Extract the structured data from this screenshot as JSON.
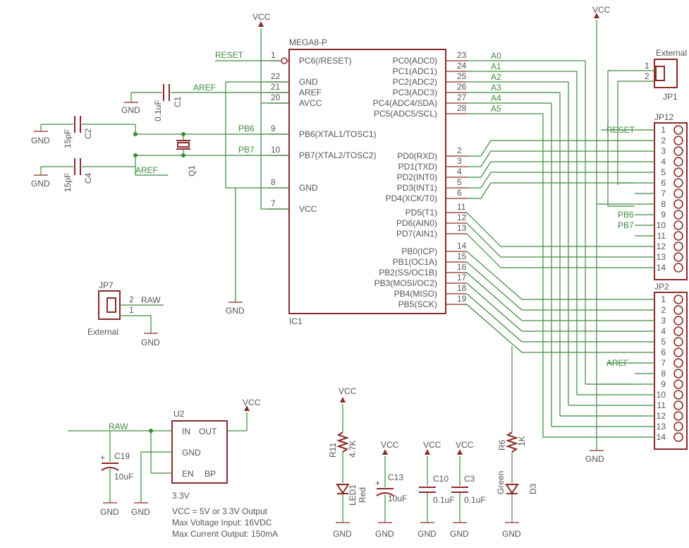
{
  "ic1": {
    "name": "MEGA8-P",
    "ref": "IC1",
    "left_pins": [
      {
        "num": "1",
        "name": "PC6(/RESET)"
      },
      {
        "num": "22",
        "name": "GND"
      },
      {
        "num": "21",
        "name": "AREF"
      },
      {
        "num": "20",
        "name": "AVCC"
      },
      {
        "num": "9",
        "name": "PB6(XTAL1/TOSC1)"
      },
      {
        "num": "10",
        "name": "PB7(XTAL2/TOSC2)"
      },
      {
        "num": "8",
        "name": "GND"
      },
      {
        "num": "7",
        "name": "VCC"
      }
    ],
    "right_pins": [
      {
        "num": "23",
        "name": "PC0(ADC0)",
        "net": "A0"
      },
      {
        "num": "24",
        "name": "PC1(ADC1)",
        "net": "A1"
      },
      {
        "num": "25",
        "name": "PC2(ADC2)",
        "net": "A2"
      },
      {
        "num": "26",
        "name": "PC3(ADC3)",
        "net": "A3"
      },
      {
        "num": "27",
        "name": "PC4(ADC4/SDA)",
        "net": "A4"
      },
      {
        "num": "28",
        "name": "PC5(ADC5/SCL)",
        "net": "A5"
      },
      {
        "num": "2",
        "name": "PD0(RXD)",
        "net": ""
      },
      {
        "num": "3",
        "name": "PD1(TXD)",
        "net": ""
      },
      {
        "num": "4",
        "name": "PD2(INT0)",
        "net": ""
      },
      {
        "num": "5",
        "name": "PD3(INT1)",
        "net": ""
      },
      {
        "num": "6",
        "name": "PD4(XCK/T0)",
        "net": ""
      },
      {
        "num": "11",
        "name": "PD5(T1)",
        "net": ""
      },
      {
        "num": "12",
        "name": "PD6(AIN0)",
        "net": ""
      },
      {
        "num": "13",
        "name": "PD7(AIN1)",
        "net": ""
      },
      {
        "num": "14",
        "name": "PB0(ICP)",
        "net": ""
      },
      {
        "num": "15",
        "name": "PB1(OC1A)",
        "net": ""
      },
      {
        "num": "16",
        "name": "PB2(SS/OC1B)",
        "net": ""
      },
      {
        "num": "17",
        "name": "PB3(MOSI/OC2)",
        "net": ""
      },
      {
        "num": "18",
        "name": "PB4(MISO)",
        "net": ""
      },
      {
        "num": "19",
        "name": "PB5(SCK)",
        "net": ""
      }
    ]
  },
  "nets": {
    "vcc": "VCC",
    "gnd": "GND",
    "reset": "RESET",
    "aref": "AREF",
    "pb6": "PB6",
    "pb7": "PB7",
    "raw": "RAW"
  },
  "caps": {
    "c1": {
      "ref": "C1",
      "value": "0.1uF"
    },
    "c2": {
      "ref": "C2",
      "value": "15pF"
    },
    "c4": {
      "ref": "C4",
      "value": "15pF"
    },
    "c19": {
      "ref": "C19",
      "value": "10uF",
      "polarity": "+"
    },
    "c13": {
      "ref": "C13",
      "value": "10uF",
      "polarity": "+"
    },
    "c10": {
      "ref": "C10",
      "value": "0.1uF"
    },
    "c3": {
      "ref": "C3",
      "value": "0.1uF"
    }
  },
  "crystal": {
    "ref": "Q1"
  },
  "jp1": {
    "ref": "JP1",
    "label": "External",
    "pins": [
      "1",
      "2"
    ]
  },
  "jp7": {
    "ref": "JP7",
    "label": "External",
    "pins": [
      "2",
      "1"
    ]
  },
  "jp12": {
    "ref": "JP12",
    "pins": [
      "1",
      "2",
      "3",
      "4",
      "5",
      "6",
      "7",
      "8",
      "9",
      "10",
      "11",
      "12",
      "13",
      "14"
    ]
  },
  "jp2": {
    "ref": "JP2",
    "pins": [
      "1",
      "2",
      "3",
      "4",
      "5",
      "6",
      "7",
      "8",
      "9",
      "10",
      "11",
      "12",
      "13",
      "14"
    ]
  },
  "u2": {
    "ref": "U2",
    "pin_in": "IN",
    "pin_out": "OUT",
    "pin_gnd": "GND",
    "pin_en": "EN",
    "pin_bp": "BP",
    "value": "3.3V"
  },
  "r11": {
    "ref": "R11",
    "value": "4.7K"
  },
  "r6": {
    "ref": "R6",
    "value": "1K"
  },
  "led1": {
    "ref": "LED1",
    "color": "Red"
  },
  "d3": {
    "ref": "D3",
    "color": "Green"
  },
  "notes": [
    "VCC = 5V or 3.3V Output",
    "Max Voltage Input: 16VDC",
    "Max Current Output: 150mA"
  ]
}
